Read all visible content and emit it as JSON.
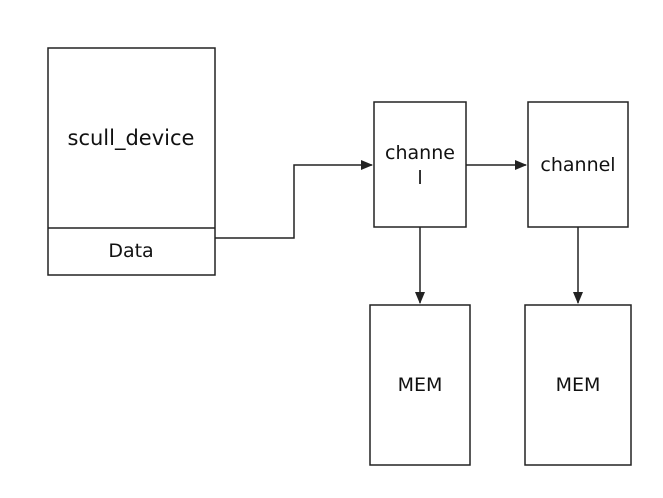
{
  "diagram": {
    "nodes": {
      "scull_device": {
        "label": "scull_device"
      },
      "data": {
        "label": "Data"
      },
      "channel_1": {
        "label_line1": "channe",
        "label_line2": "l"
      },
      "channel_2": {
        "label": "channel"
      },
      "mem_1": {
        "label": "MEM"
      },
      "mem_2": {
        "label": "MEM"
      }
    },
    "edges": [
      {
        "from": "data",
        "to": "channel_1"
      },
      {
        "from": "channel_1",
        "to": "channel_2"
      },
      {
        "from": "channel_1",
        "to": "mem_1"
      },
      {
        "from": "channel_2",
        "to": "mem_2"
      }
    ],
    "colors": {
      "stroke": "#222222",
      "background": "#ffffff",
      "text": "#111111"
    }
  }
}
